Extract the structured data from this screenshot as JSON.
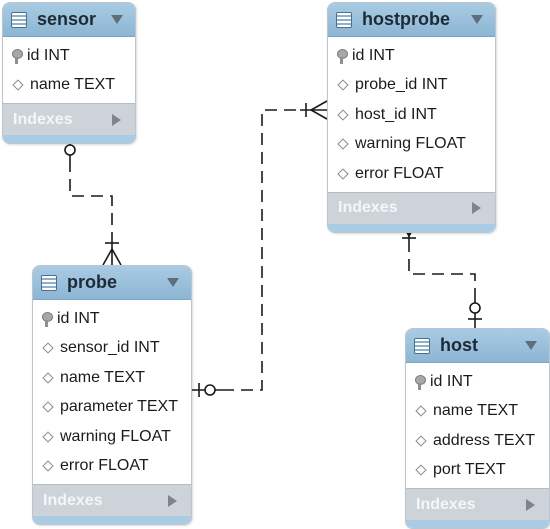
{
  "tables": {
    "sensor": {
      "name": "sensor",
      "columns": [
        {
          "text": "id INT",
          "key": "primary"
        },
        {
          "text": "name TEXT",
          "key": "none"
        }
      ],
      "indexes_label": "Indexes"
    },
    "hostprobe": {
      "name": "hostprobe",
      "columns": [
        {
          "text": "id INT",
          "key": "primary"
        },
        {
          "text": "probe_id INT",
          "key": "none"
        },
        {
          "text": "host_id INT",
          "key": "none"
        },
        {
          "text": "warning FLOAT",
          "key": "none"
        },
        {
          "text": "error FLOAT",
          "key": "none"
        }
      ],
      "indexes_label": "Indexes"
    },
    "probe": {
      "name": "probe",
      "columns": [
        {
          "text": "id INT",
          "key": "primary"
        },
        {
          "text": "sensor_id INT",
          "key": "none"
        },
        {
          "text": "name TEXT",
          "key": "none"
        },
        {
          "text": "parameter TEXT",
          "key": "none"
        },
        {
          "text": "warning FLOAT",
          "key": "none"
        },
        {
          "text": "error FLOAT",
          "key": "none"
        }
      ],
      "indexes_label": "Indexes"
    },
    "host": {
      "name": "host",
      "columns": [
        {
          "text": "id INT",
          "key": "primary"
        },
        {
          "text": "name TEXT",
          "key": "none"
        },
        {
          "text": "address TEXT",
          "key": "none"
        },
        {
          "text": "port TEXT",
          "key": "none"
        }
      ],
      "indexes_label": "Indexes"
    }
  },
  "relationships": [
    {
      "from": "sensor",
      "to": "probe",
      "from_end": "zero-or-one",
      "to_end": "one-or-many"
    },
    {
      "from": "probe",
      "to": "hostprobe",
      "from_end": "zero-or-one",
      "to_end": "one-or-many"
    },
    {
      "from": "host",
      "to": "hostprobe",
      "from_end": "zero-or-one",
      "to_end": "one-or-many"
    }
  ],
  "colors": {
    "header": "#a9cbe3",
    "indexes_bar": "#cdd3d8",
    "line": "#1a1a1a"
  }
}
